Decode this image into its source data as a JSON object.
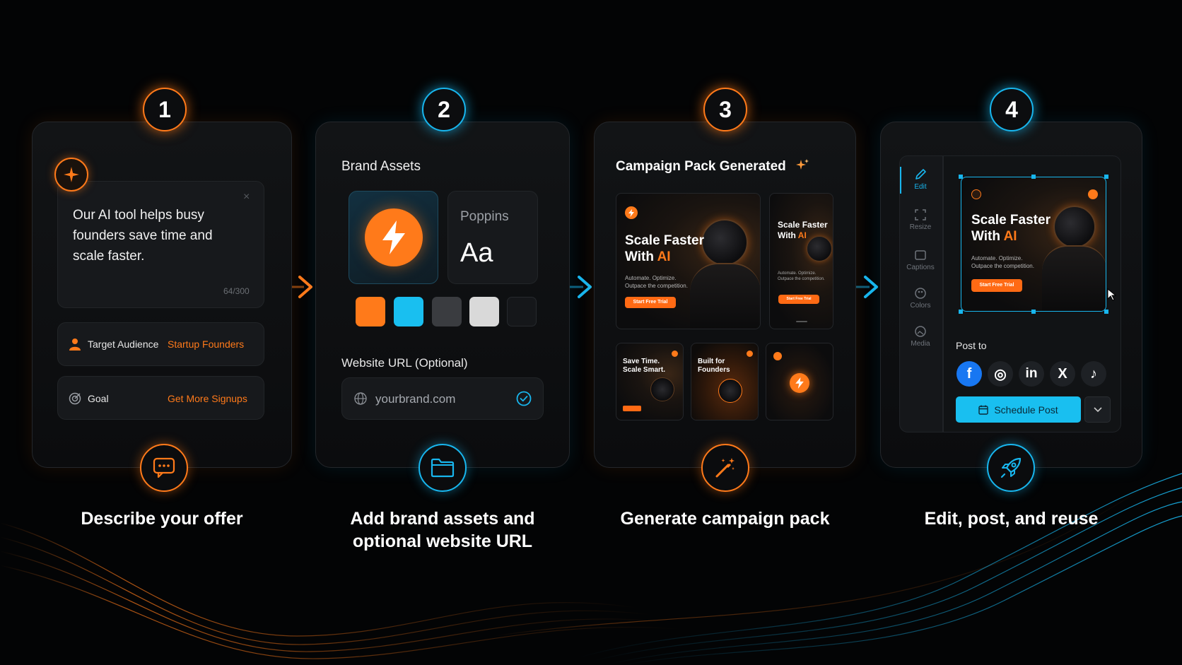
{
  "steps": [
    {
      "number": "1",
      "label": "Describe your offer"
    },
    {
      "number": "2",
      "label": "Add brand assets and optional website URL"
    },
    {
      "number": "3",
      "label": "Generate campaign pack"
    },
    {
      "number": "4",
      "label": "Edit, post, and reuse"
    }
  ],
  "card1": {
    "prompt_text": "Our AI tool helps busy founders save time and scale faster.",
    "char_count": "64/300",
    "close_glyph": "×",
    "audience_label": "Target Audience",
    "audience_value": "Startup Founders",
    "goal_label": "Goal",
    "goal_value": "Get More Signups"
  },
  "card2": {
    "title": "Brand Assets",
    "font_name": "Poppins",
    "font_sample": "Aa",
    "swatches": [
      "#ff7a1a",
      "#19bff0",
      "#3a3c40",
      "#d9d9d9",
      "#15171a"
    ],
    "url_label": "Website URL (Optional)",
    "url_value": "yourbrand.com"
  },
  "card3": {
    "title": "Campaign Pack Generated",
    "main_headline_1": "Scale Faster",
    "main_headline_2": "With ",
    "main_headline_ai": "AI",
    "main_sub_1": "Automate. Optimize.",
    "main_sub_2": "Outpace the competition.",
    "main_cta": "Start Free Trial",
    "story_headline_1": "Scale Faster",
    "story_headline_2": "With ",
    "story_headline_ai": "AI",
    "story_sub_1": "Automate. Optimize.",
    "story_sub_2": "Outpace the competition.",
    "story_cta": "Start Free Trial",
    "small1_text_1": "Save Time.",
    "small1_text_2": "Scale Smart.",
    "small2_text_1": "Built for",
    "small2_text_2": "Founders"
  },
  "card4": {
    "tools": [
      "Edit",
      "Resize",
      "Captions",
      "Colors",
      "Media"
    ],
    "preview_headline_1": "Scale Faster",
    "preview_headline_2": "With ",
    "preview_headline_ai": "AI",
    "preview_sub_1": "Automate. Optimize.",
    "preview_sub_2": "Outpace the competition.",
    "preview_cta": "Start Free Trial",
    "post_to_label": "Post to",
    "socials": [
      "f",
      "◎",
      "in",
      "X",
      "♪"
    ],
    "schedule_label": "Schedule Post"
  },
  "colors": {
    "accent_orange": "#ff7a1a",
    "accent_blue": "#18b6ee",
    "background": "#030405"
  }
}
